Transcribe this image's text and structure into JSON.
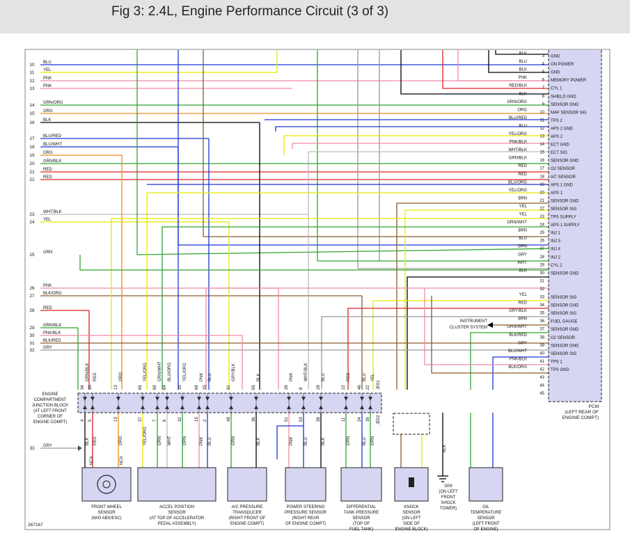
{
  "figure": {
    "title": "Fig 3: 2.4L, Engine Performance Circuit (3 of 3)",
    "doc_number": "267167"
  },
  "pcm": {
    "label": "PCM",
    "location": [
      "(LEFT REAR OF",
      "ENGINE COMPT)"
    ],
    "pins": [
      {
        "pin": "3",
        "wire": "BLK",
        "func": "GND",
        "color": "#000000"
      },
      {
        "pin": "4",
        "wire": "BLU",
        "func": "ON POWER",
        "color": "#1a35d4"
      },
      {
        "pin": "5",
        "wire": "BLK",
        "func": "GND",
        "color": "#000000"
      },
      {
        "pin": "6",
        "wire": "PNK",
        "func": "MEMORY POWER",
        "color": "#f08aa8"
      },
      {
        "pin": "7",
        "wire": "RED/BLK",
        "func": "CYL 1",
        "color": "#e02020"
      },
      {
        "pin": "8",
        "wire": "BLK",
        "func": "SHIELD GND",
        "color": "#000000"
      },
      {
        "pin": "9",
        "wire": "GRN/ORG",
        "func": "SENSOR GND",
        "color": "#2ea52e"
      },
      {
        "pin": "10",
        "wire": "ORG",
        "func": "MAF SENSOR SIG",
        "color": "#f08a1e"
      },
      {
        "pin": "11",
        "wire": "BLU/RED",
        "func": "TPS 2",
        "color": "#1a35d4"
      },
      {
        "pin": "12",
        "wire": "BLU",
        "func": "APS 2 GND",
        "color": "#1a35d4"
      },
      {
        "pin": "13",
        "wire": "YEL/ORG",
        "func": "APS 2",
        "color": "#e8e800"
      },
      {
        "pin": "14",
        "wire": "PNK/BLK",
        "func": "ECT GND",
        "color": "#f08aa8"
      },
      {
        "pin": "15",
        "wire": "WHT/BLK",
        "func": "ECT SIG",
        "color": "#bbbbbb"
      },
      {
        "pin": "16",
        "wire": "GRN/BLK",
        "func": "SENSOR GND",
        "color": "#2ea52e"
      },
      {
        "pin": "17",
        "wire": "RED",
        "func": "O2 SENSOR",
        "color": "#e02020"
      },
      {
        "pin": "18",
        "wire": "RED",
        "func": "IAT SENSOR",
        "color": "#e02020"
      },
      {
        "pin": "19",
        "wire": "BLU/ORG",
        "func": "APS 1 GND",
        "color": "#1a35d4"
      },
      {
        "pin": "20",
        "wire": "YEL/ORG",
        "func": "APS 1",
        "color": "#e8e800"
      },
      {
        "pin": "21",
        "wire": "BRN",
        "func": "SENSOR GND",
        "color": "#8a5a2a"
      },
      {
        "pin": "22",
        "wire": "YEL",
        "func": "SENSOR SIG",
        "color": "#e8e800"
      },
      {
        "pin": "23",
        "wire": "YEL",
        "func": "TPS SUPPLY",
        "color": "#e8e800"
      },
      {
        "pin": "24",
        "wire": "GRN/WHT",
        "func": "APS 1 SUPPLY",
        "color": "#2ea52e"
      },
      {
        "pin": "25",
        "wire": "BRN",
        "func": "INJ 1",
        "color": "#8a5a2a"
      },
      {
        "pin": "26",
        "wire": "BLU",
        "func": "INJ 3",
        "color": "#1a35d4"
      },
      {
        "pin": "27",
        "wire": "GRN",
        "func": "INJ 4",
        "color": "#2ea52e"
      },
      {
        "pin": "28",
        "wire": "GRY",
        "func": "INJ 2",
        "color": "#999999"
      },
      {
        "pin": "29",
        "wire": "WHT",
        "func": "CYL 2",
        "color": "#bbbbbb"
      },
      {
        "pin": "30",
        "wire": "BLK",
        "func": "SENSOR GND",
        "color": "#000000"
      },
      {
        "pin": "31",
        "wire": "",
        "func": "",
        "color": "#000000"
      },
      {
        "pin": "32",
        "wire": "",
        "func": "",
        "color": "#000000"
      },
      {
        "pin": "33",
        "wire": "YEL",
        "func": "SENSOR SIG",
        "color": "#e8e800"
      },
      {
        "pin": "34",
        "wire": "RED",
        "func": "SENSOR GND",
        "color": "#e02020"
      },
      {
        "pin": "35",
        "wire": "GRY/BLK",
        "func": "SENSOR SIG",
        "color": "#999999"
      },
      {
        "pin": "36",
        "wire": "BRN",
        "func": "FUEL GAUGE",
        "color": "#8a5a2a"
      },
      {
        "pin": "37",
        "wire": "GRN/WHT",
        "func": "SENSOR GND",
        "color": "#2ea52e"
      },
      {
        "pin": "38",
        "wire": "BLK/RED",
        "func": "O2 SENSOR",
        "color": "#8a5a2a"
      },
      {
        "pin": "39",
        "wire": "GRY",
        "func": "SENSOR GND",
        "color": "#999999"
      },
      {
        "pin": "40",
        "wire": "BLU/WHT",
        "func": "SENSOR SIG",
        "color": "#1a35d4"
      },
      {
        "pin": "41",
        "wire": "PNK/BLK",
        "func": "TPS 1",
        "color": "#f08aa8"
      },
      {
        "pin": "42",
        "wire": "BLK/ORG",
        "func": "TPS GND",
        "color": "#8a5a2a"
      },
      {
        "pin": "43",
        "wire": "",
        "func": "",
        "color": "#000000"
      },
      {
        "pin": "44",
        "wire": "",
        "func": "",
        "color": "#000000"
      },
      {
        "pin": "45",
        "wire": "",
        "func": "",
        "color": "#000000"
      }
    ]
  },
  "left_wires": [
    {
      "num": "10",
      "wire": "BLU",
      "color": "#1a35d4"
    },
    {
      "num": "11",
      "wire": "YEL",
      "color": "#e8e800"
    },
    {
      "num": "12",
      "wire": "PNK",
      "color": "#f08aa8"
    },
    {
      "num": "13",
      "wire": "PNK",
      "color": "#f08aa8"
    },
    {
      "num": "14",
      "wire": "GRN/ORG",
      "color": "#2ea52e"
    },
    {
      "num": "15",
      "wire": "ORG",
      "color": "#f08a1e"
    },
    {
      "num": "16",
      "wire": "BLK",
      "color": "#000000"
    },
    {
      "num": "17",
      "wire": "BLU/RED",
      "color": "#1a35d4"
    },
    {
      "num": "18",
      "wire": "BLU/WHT",
      "color": "#1a35d4"
    },
    {
      "num": "19",
      "wire": "ORG",
      "color": "#f08a1e"
    },
    {
      "num": "20",
      "wire": "GRN/BLK",
      "color": "#2ea52e"
    },
    {
      "num": "21",
      "wire": "RED",
      "color": "#e02020"
    },
    {
      "num": "22",
      "wire": "RED",
      "color": "#e02020"
    },
    {
      "num": "23",
      "wire": "WHT/BLK",
      "color": "#bbbbbb"
    },
    {
      "num": "24",
      "wire": "YEL",
      "color": "#e8e800"
    },
    {
      "num": "25",
      "wire": "GRN",
      "color": "#2ea52e"
    },
    {
      "num": "26",
      "wire": "PNK",
      "color": "#f08aa8"
    },
    {
      "num": "27",
      "wire": "BLK/ORG",
      "color": "#8a5a2a"
    },
    {
      "num": "28",
      "wire": "RED",
      "color": "#e02020"
    },
    {
      "num": "29",
      "wire": "GRN/BLK",
      "color": "#2ea52e"
    },
    {
      "num": "30",
      "wire": "PNK/BLK",
      "color": "#f08aa8"
    },
    {
      "num": "31",
      "wire": "BLK/RED",
      "color": "#8a5a2a"
    },
    {
      "num": "32",
      "wire": "GRY",
      "color": "#999999"
    },
    {
      "num": "33",
      "wire": "GRY",
      "color": "#999999"
    }
  ],
  "junction_block": {
    "label": [
      "ENGINE",
      "COMPARTMENT",
      "JUNCTION BLOCK",
      "(AT LEFT FRONT",
      "CORNER OF",
      "ENGINE COMPT)"
    ],
    "connector_top": "JE01",
    "connector_bottom": "JE02",
    "top_pins": [
      "34",
      "20",
      "13",
      "65",
      "69",
      "64",
      "33",
      "68",
      "25",
      "81",
      "65",
      "26",
      "8",
      "28",
      "22",
      "46",
      "22"
    ],
    "bottom_pins": [
      "4",
      "5",
      "13",
      "37",
      "7",
      "6",
      "32",
      "15",
      "2",
      "48",
      "36",
      "51",
      "53",
      "38",
      "11",
      "24",
      "35"
    ],
    "top_wires": [
      "GRN/BLK",
      "RED",
      "ORG",
      "YEL/ORG",
      "GRN/WHT",
      "BLU/ORG",
      "YEL/ORG",
      "PNK",
      "BLU",
      "GRY/BLK",
      "BLK",
      "PNK",
      "WHT/BLK",
      "BLU",
      "RED",
      "BLU",
      "YEL"
    ],
    "bottom_wires": [
      "BLK",
      "RED",
      "ORG",
      "YEL/ORG",
      "GRN",
      "WHT",
      "GRN",
      "PNK",
      "BLU",
      "GRN",
      "BLK",
      "PNK",
      "BLU",
      "BLK",
      "GRN",
      "BLU",
      "GRN"
    ]
  },
  "components": {
    "front_wheel": {
      "name": [
        "FRONT WHEEL",
        "SENSOR",
        "(W/O ABS/ESC)"
      ],
      "nca1": "NCA",
      "nca2": "NCA"
    },
    "accel": {
      "name": [
        "ACCEL POSITION",
        "SENSOR",
        "(AT TOP OF ACCELERATOR",
        "PEDAL ASSEMBLY)"
      ]
    },
    "ac": {
      "name": [
        "A/C PRESSURE",
        "TRANSDUCER",
        "(RIGHT FRONT OF",
        "ENGINE COMPT)"
      ]
    },
    "ps": {
      "name": [
        "POWER STEERING",
        "PRESSURE SENSOR",
        "(RIGHT REAR",
        "OF ENGINE COMPT)"
      ]
    },
    "diff": {
      "name": [
        "DIFFERENTIAL",
        "TANK PRESSURE",
        "SENSOR",
        "(TOP OF",
        "FUEL TANK)"
      ]
    },
    "knock": {
      "name": [
        "KNOCK",
        "SENSOR",
        "(ON LEFT",
        "SIDE OF",
        "ENGINE BLOCK)"
      ]
    },
    "ground": {
      "name": [
        "G09",
        "(ON LEFT",
        "FRONT",
        "SHOCK",
        "TOWER)"
      ],
      "wire": "BLK"
    },
    "oil": {
      "name": [
        "OIL",
        "TEMPERATURE",
        "SENSOR",
        "(LEFT FRONT",
        "OF ENGINE)"
      ]
    }
  },
  "instrument_cluster": [
    "INSTRUMENT",
    "CLUSTER SYSTEM"
  ]
}
